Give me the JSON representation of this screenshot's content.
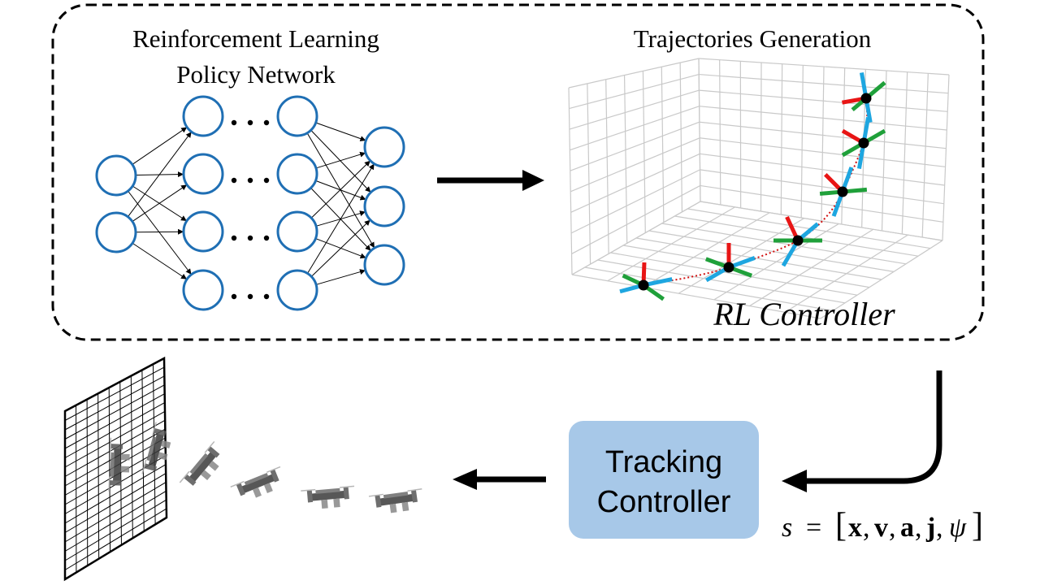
{
  "rl_box": {
    "policy_title_line1": "Reinforcement Learning",
    "policy_title_line2": "Policy Network",
    "traj_title": "Trajectories Generation",
    "rl_label": "RL Controller"
  },
  "tracking": {
    "line1": "Tracking",
    "line2": "Controller"
  },
  "state_formula": "s = [x, v, a, j, ψ]",
  "formula_parts": {
    "s": "s",
    "eq": "=",
    "lb": "[",
    "x": "x",
    "c1": ",",
    "v": "v",
    "c2": ",",
    "a": "a",
    "c3": ",",
    "j": "j",
    "c4": ",",
    "psi": "ψ",
    "rb": "]"
  },
  "colors": {
    "node_stroke": "#1f6fb4",
    "box_fill": "#a7c8e8",
    "rotor_red": "#e81515",
    "rotor_green": "#1fa03a",
    "rotor_blue": "#1ea6e0",
    "path_red": "#d11010"
  }
}
